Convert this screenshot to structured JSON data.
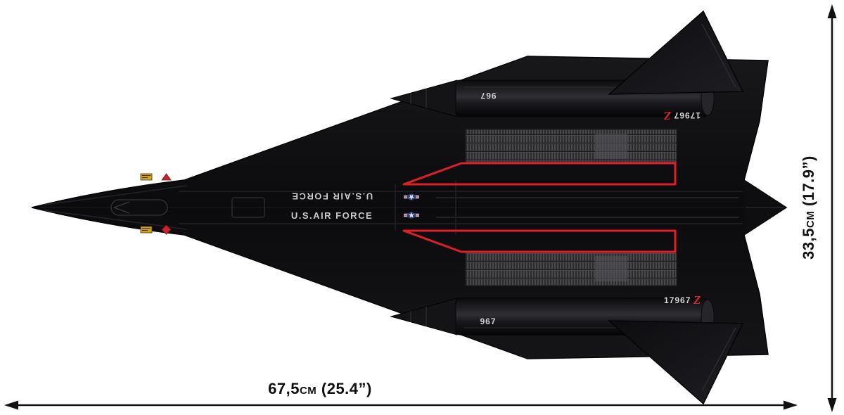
{
  "diagram": {
    "width_label": "67,5cm (25.4”)",
    "height_label": "33,5cm (17.9”)"
  },
  "aircraft": {
    "fuselage_text": "U.S.AIR FORCE",
    "nacelle_number": "967",
    "tail_number": "17967",
    "tail_art_letter": "Z"
  },
  "icons": {
    "us_star_insignia": "white-star-with-side-bars",
    "warning_triangle": "▲",
    "warning_diamond": "◆",
    "caution_sticker": "▮"
  },
  "colors": {
    "background": "#ffffff",
    "body_black": "#0c0c0e",
    "panel_gray": "#48484b",
    "stripe_red": "#df1f27",
    "marking_white": "#cfcfcf",
    "insignia_blue": "#2e3f74",
    "caution_yellow": "#cfa12b",
    "dimension_black": "#111111"
  }
}
